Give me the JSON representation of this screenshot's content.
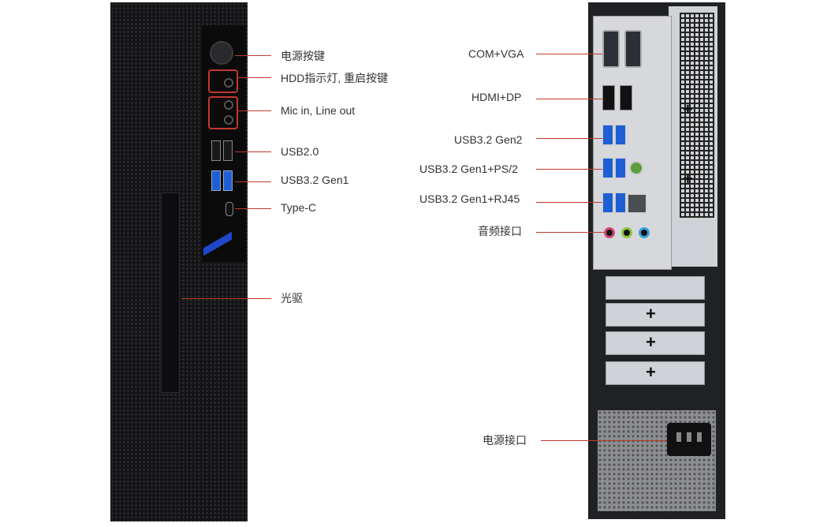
{
  "colors": {
    "leader_line": "#c0392b",
    "highlight_box": "#c0392b",
    "usb3_port": "#1f5fd6",
    "accent_stripe": "#1f47c9"
  },
  "front": {
    "labels": {
      "power_button": "电源按键",
      "hdd_reset": "HDD指示灯, 重启按键",
      "mic_line": "Mic in, Line out",
      "usb20": "USB2.0",
      "usb32_gen1": "USB3.2 Gen1",
      "typec": "Type-C",
      "optical": "光驱"
    }
  },
  "rear": {
    "labels": {
      "com_vga": "COM+VGA",
      "hdmi_dp": "HDMI+DP",
      "usb32_gen2": "USB3.2 Gen2",
      "usb_ps2": "USB3.2 Gen1+PS/2",
      "usb_rj45": "USB3.2 Gen1+RJ45",
      "audio": "音频接口",
      "power_port": "电源接口"
    }
  }
}
